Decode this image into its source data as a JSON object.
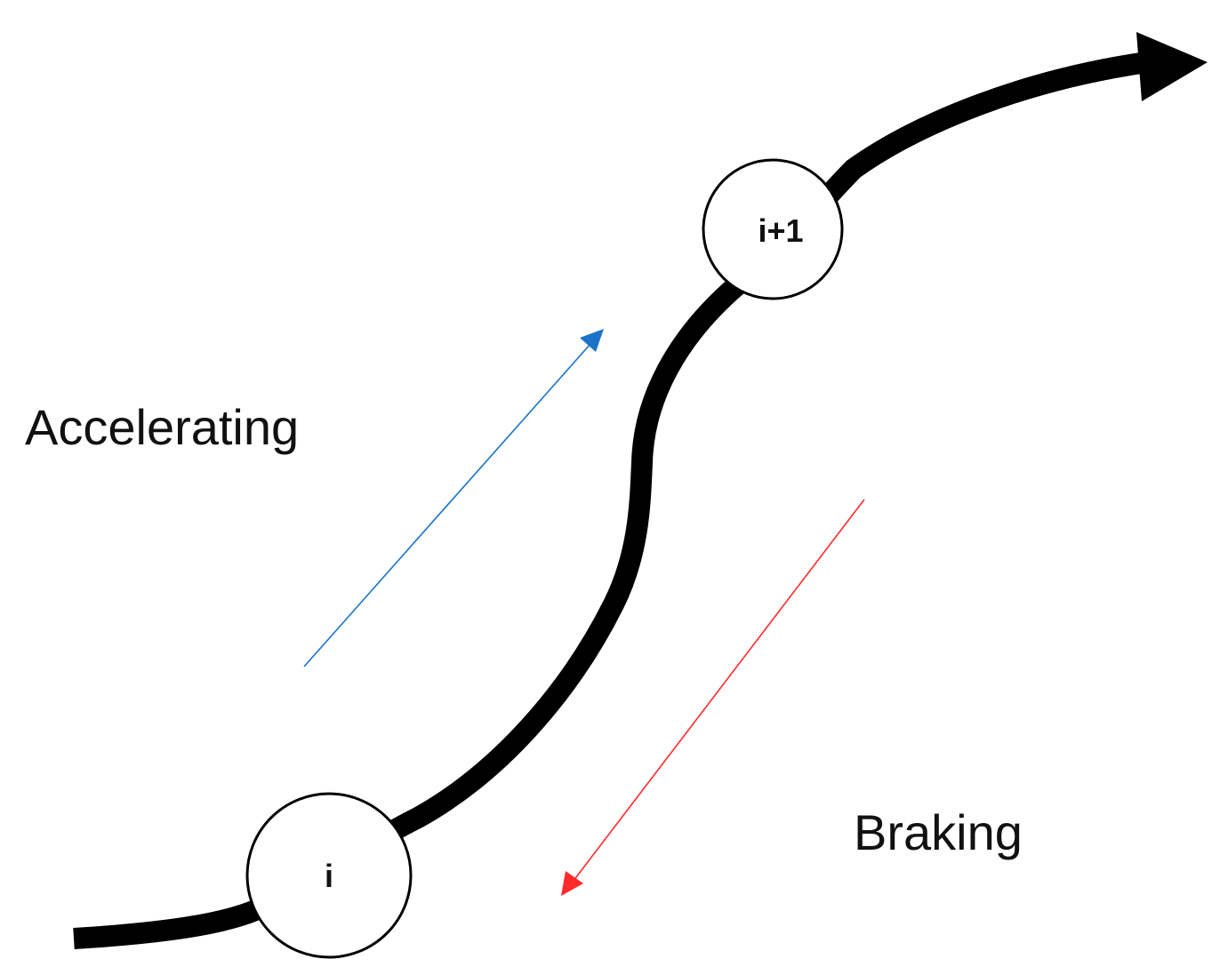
{
  "diagram": {
    "labels": {
      "accelerating": "Accelerating",
      "braking": "Braking"
    },
    "nodes": {
      "start": {
        "label": "i"
      },
      "end": {
        "label": "i+1"
      }
    },
    "colors": {
      "path": "#000000",
      "node_fill": "#ffffff",
      "node_stroke": "#000000",
      "accelerating_arrow": "#1a73c8",
      "braking_arrow": "#ff2a2a",
      "text": "#111111"
    }
  }
}
